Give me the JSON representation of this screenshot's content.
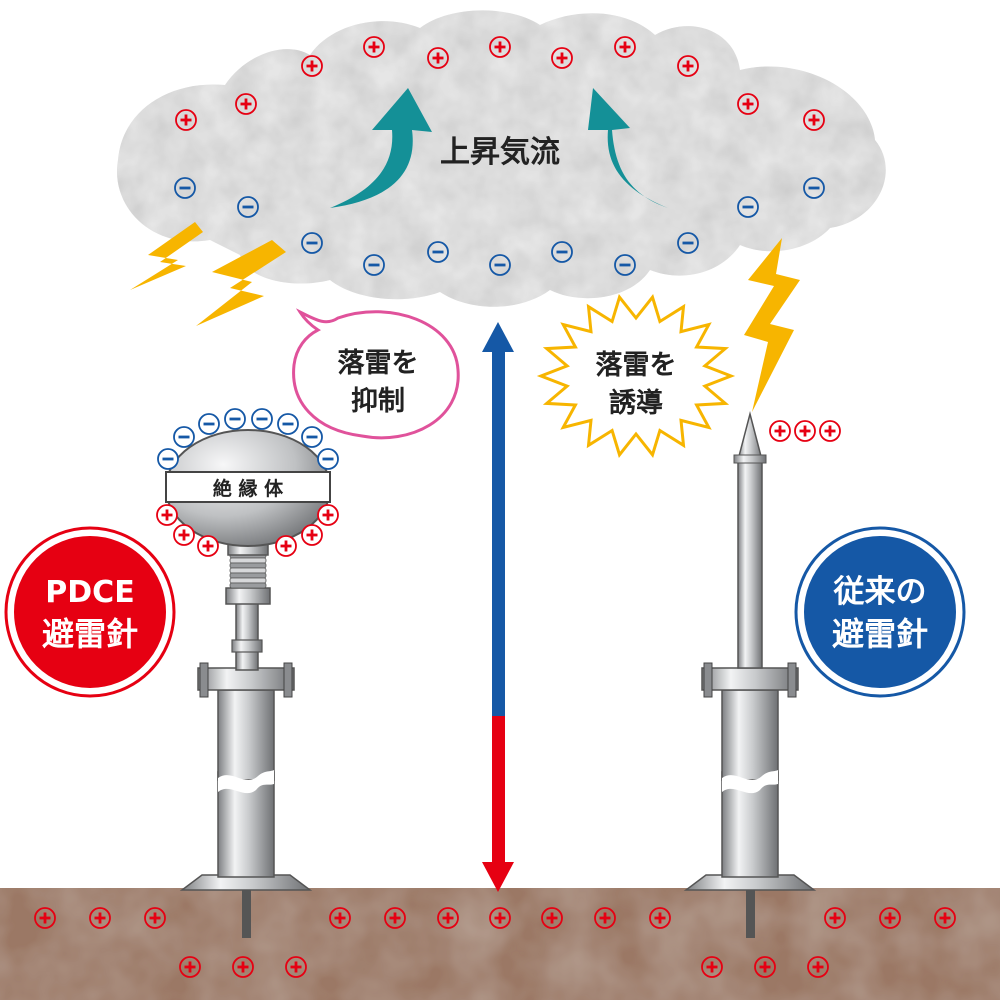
{
  "cloud": {
    "label": "上昇気流"
  },
  "speech_bubble": {
    "line1": "落雷を",
    "line2": "抑制"
  },
  "burst_bubble": {
    "line1": "落雷を",
    "line2": "誘導"
  },
  "left_device": {
    "insulator_label": "絶 縁 体",
    "badge_line1": "PDCE",
    "badge_line2": "避雷針",
    "badge_color": "#e60012"
  },
  "right_device": {
    "badge_line1": "従来の",
    "badge_line2": "避雷針",
    "badge_color": "#1558a6"
  },
  "charge_symbols": {
    "positive": "+",
    "negative": "−",
    "positive_color": "#e60012",
    "negative_color": "#1558a6"
  },
  "colors": {
    "lightning": "#f7b500",
    "updraft_arrow": "#149097",
    "ground": "#9b7865",
    "arrow_upper": "#1558a6",
    "arrow_lower": "#e60012"
  }
}
